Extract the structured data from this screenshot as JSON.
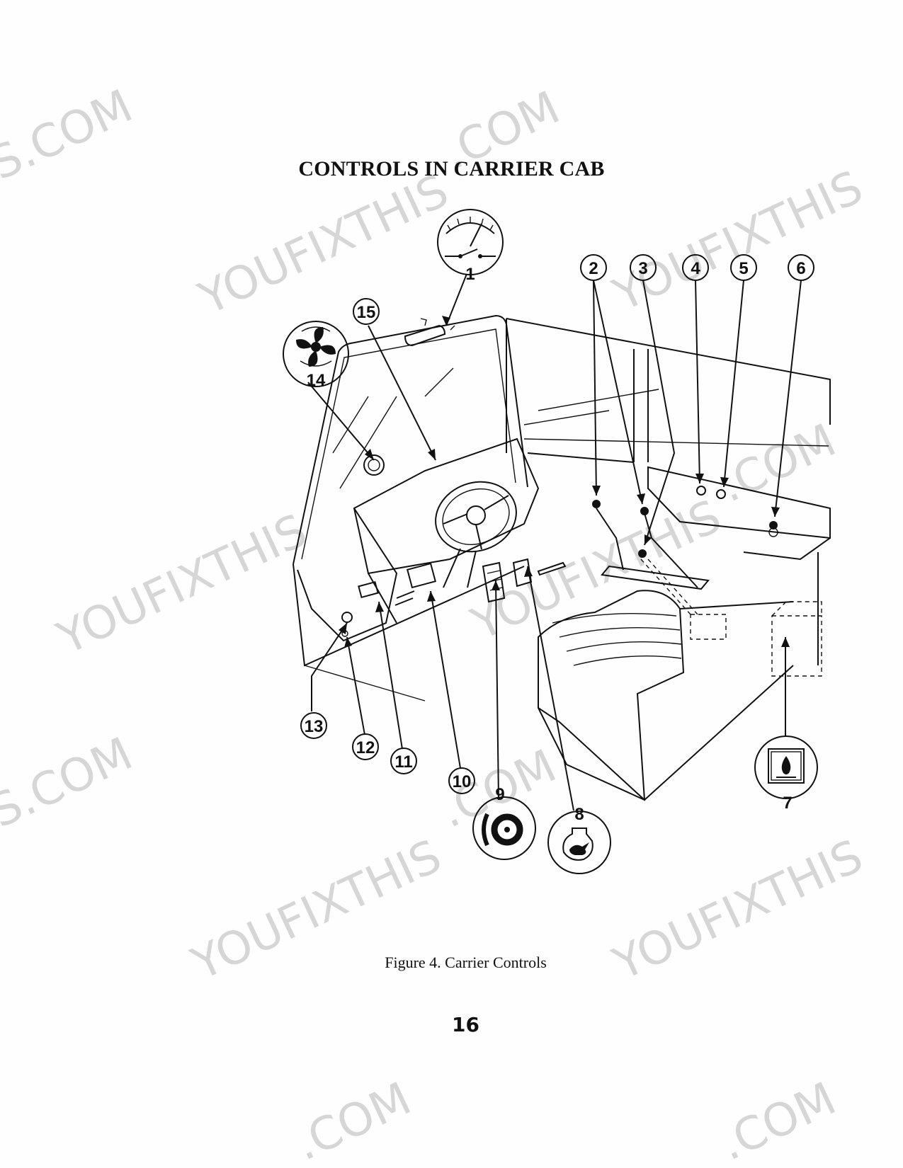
{
  "document": {
    "title": "CONTROLS IN CARRIER CAB",
    "caption": "Figure 4. Carrier Controls",
    "page_number": "16"
  },
  "watermark": {
    "text_main": "YOUFIXTHIS",
    "text_suffix": ".COM",
    "text_prefix": "S.COM",
    "color": "#d6d6d6"
  },
  "callouts": [
    "1",
    "2",
    "3",
    "4",
    "5",
    "6",
    "7",
    "8",
    "9",
    "10",
    "11",
    "12",
    "13",
    "14",
    "15"
  ],
  "icons": {
    "1": "gauge-switch-icon",
    "7": "heater-flame-icon",
    "8": "horn-hare-icon",
    "9": "brake-disc-icon",
    "14": "fan-icon"
  }
}
